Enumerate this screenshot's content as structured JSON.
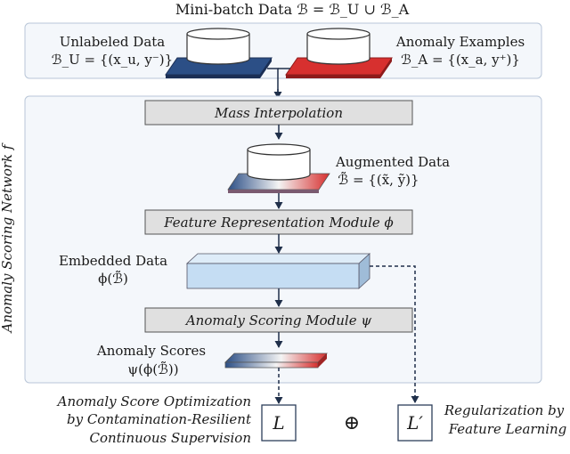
{
  "title": "Mini-batch Data  ℬ = ℬ_U ∪ ℬ_A",
  "unlabeled": {
    "name": "Unlabeled Data",
    "set": "ℬ_U = {(x_u, y⁻)}"
  },
  "anomaly_examples": {
    "name": "Anomaly Examples",
    "set": "ℬ_A = {(x_a, y⁺)}"
  },
  "network_label": "Anomaly Scoring Network  f",
  "modules": {
    "mass_interpolation": "Mass Interpolation",
    "feature_representation": "Feature Representation Module  ϕ",
    "anomaly_scoring": "Anomaly Scoring Module  ψ"
  },
  "augmented": {
    "name": "Augmented Data",
    "set": "ℬ̃ = {(x̃, ỹ)}"
  },
  "embedded": {
    "name": "Embedded Data",
    "set": "ϕ(ℬ̃)"
  },
  "scores": {
    "name": "Anomaly Scores",
    "set": "ψ(ϕ(ℬ̃))"
  },
  "losses": {
    "L": "L",
    "oplus": "⊕",
    "L_prime": "L′"
  },
  "left_caption": [
    "Anomaly Score Optimization",
    "by Contamination-Resilient",
    "Continuous Supervision"
  ],
  "right_caption": [
    "Regularization by",
    "Feature Learning"
  ],
  "colors": {
    "blue": "#2c4f86",
    "red": "#d7302f",
    "panel_fill": "#f4f7fb",
    "panel_stroke": "#b9c6d8",
    "module_fill": "#e0e0e0",
    "embed_fill": "#c5ddf3",
    "line": "#1f2f4a"
  }
}
